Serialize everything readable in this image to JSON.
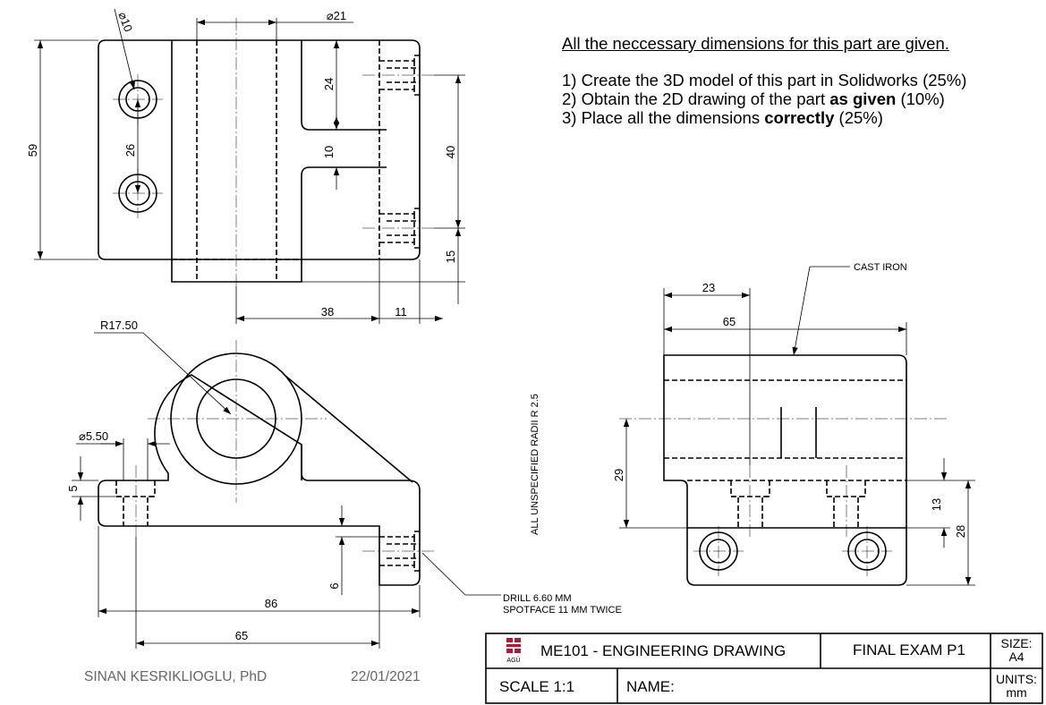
{
  "instructions": {
    "title": "All the neccessary dimensions for this part are given.",
    "item1": "1) Create the 3D model of this part in Solidworks (25%)",
    "item2_pre": "2) Obtain the 2D drawing of the part ",
    "item2_bold": "as given",
    "item2_post": " (10%)",
    "item3_pre": "3) Place all the dimensions ",
    "item3_bold": "correctly",
    "item3_post": " (25%)"
  },
  "top_view": {
    "dim_hole_dia": "⌀10",
    "dim_bore_dia": "⌀21",
    "dim_overall_height": "59",
    "dim_hole_spacing": "26",
    "dim_upper": "24",
    "dim_slot": "10",
    "dim_middle": "40",
    "dim_lower": "15",
    "dim_length_38": "38",
    "dim_length_11": "11"
  },
  "front_view": {
    "dim_radius": "R17.50",
    "dim_small_hole": "⌀5.50",
    "dim_base_thk": "5",
    "dim_lug": "6",
    "dim_overall_len": "86",
    "dim_hole_span": "65",
    "note_drill": "DRILL 6.60 MM",
    "note_spotface": "SPOTFACE 11 MM TWICE"
  },
  "side_note": "ALL UNSPECIFIED RADII R 2.5",
  "side_view": {
    "material": "CAST IRON",
    "dim_23": "23",
    "dim_65": "65",
    "dim_29": "29",
    "dim_13": "13",
    "dim_28": "28"
  },
  "footer": {
    "author": "SINAN KESRIKLIOGLU, PhD",
    "date": "22/01/2021"
  },
  "title_block": {
    "logo_text": "AGÜ",
    "course": "ME101 - ENGINEERING DRAWING",
    "exam": "FINAL EXAM P1",
    "size_label": "SIZE:",
    "size_value": "A4",
    "scale": "SCALE 1:1",
    "name_label": "NAME:",
    "units_label": "UNITS:",
    "units_value": "mm"
  },
  "colors": {
    "line": "#000000",
    "footer_text": "#666666",
    "logo": "#c8102e"
  }
}
